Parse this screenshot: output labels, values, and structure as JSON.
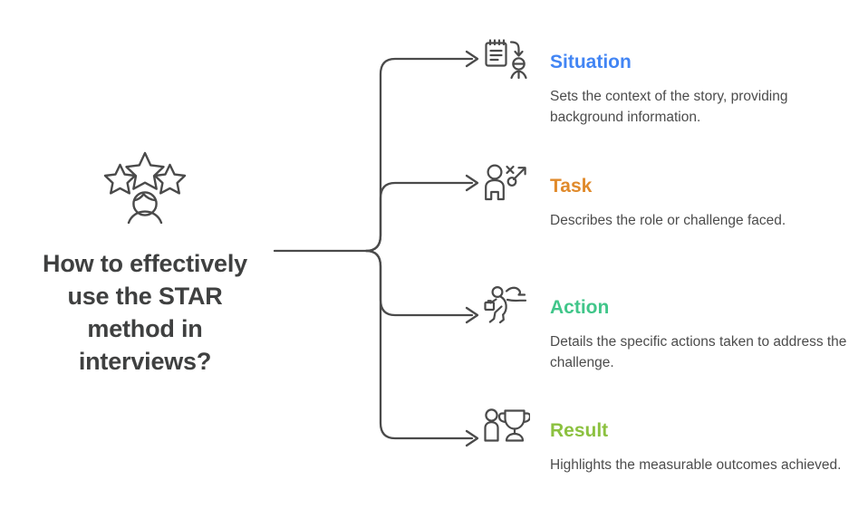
{
  "diagram": {
    "type": "mind-map",
    "root": {
      "title": "How to effectively use the STAR method in interviews?",
      "title_lines": [
        "How to effectively",
        "use the STAR",
        "method in",
        "interviews?"
      ],
      "icon": "three-stars-person-icon",
      "title_color": "#3f4040"
    },
    "connector_color": "#4a4a4a",
    "background_color": "#ffffff",
    "body_text_color": "#4c4c4c",
    "branches": [
      {
        "id": "situation",
        "label": "Situation",
        "color": "#4285f4",
        "icon": "clipboard-arrow-person-icon",
        "description": "Sets the context of the story, providing background information.",
        "description_lines": [
          "Sets the context of the story, providing",
          "background information."
        ]
      },
      {
        "id": "task",
        "label": "Task",
        "color": "#e08a2b",
        "icon": "person-strategy-icon",
        "description": "Describes the role or challenge faced.",
        "description_lines": [
          "Describes the role or challenge faced."
        ]
      },
      {
        "id": "action",
        "label": "Action",
        "color": "#41c68a",
        "icon": "running-person-briefcase-icon",
        "description": "Details the specific actions taken to address the challenge.",
        "description_lines": [
          "Details the specific actions taken to",
          "address the challenge."
        ]
      },
      {
        "id": "result",
        "label": "Result",
        "color": "#8cc140",
        "icon": "person-trophy-icon",
        "description": "Highlights the measurable outcomes achieved.",
        "description_lines": [
          "Highlights the measurable outcomes",
          "achieved."
        ]
      }
    ]
  }
}
